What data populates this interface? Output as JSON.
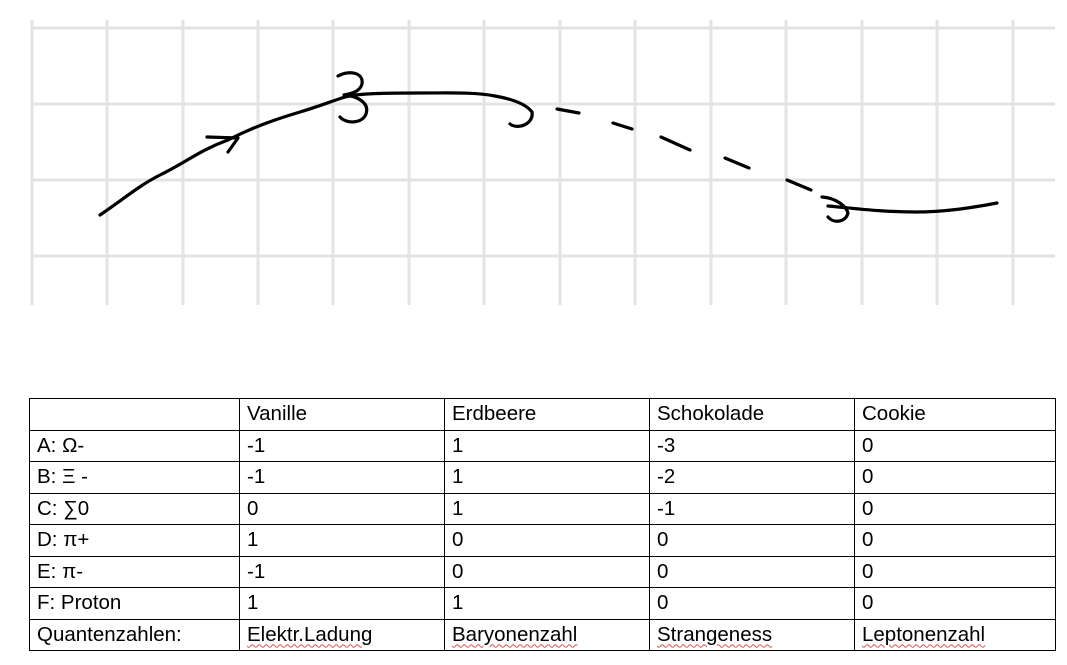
{
  "table": {
    "header": [
      "",
      "Vanille",
      "Erdbeere",
      "Schokolade",
      "Cookie"
    ],
    "rows": [
      [
        "A: Ω-",
        "-1",
        "1",
        "-3",
        "0"
      ],
      [
        "B: Ξ -",
        "-1",
        "1",
        "-2",
        "0"
      ],
      [
        "C: ∑0",
        "0",
        "1",
        "-1",
        "0"
      ],
      [
        "D: π+",
        "1",
        "0",
        "0",
        "0"
      ],
      [
        "E: π-",
        "-1",
        "0",
        "0",
        "0"
      ],
      [
        "F: Proton",
        "1",
        "1",
        "0",
        "0"
      ]
    ],
    "footer": [
      "Quantenzahlen:",
      "Elektr.Ladung",
      "Baryonenzahl",
      "Strangeness",
      "Leptonenzahl"
    ]
  }
}
